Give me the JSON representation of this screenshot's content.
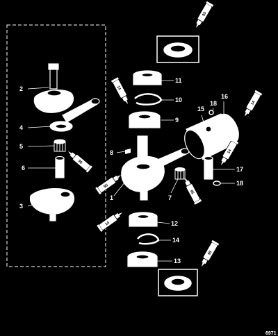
{
  "diagram": {
    "figure_number": "6971",
    "callouts": [
      "1",
      "2",
      "3",
      "4",
      "5",
      "6",
      "7",
      "8",
      "9",
      "10",
      "11",
      "12",
      "13",
      "14",
      "15",
      "16",
      "17",
      "18"
    ],
    "lubricant_codes": {
      "top": "95",
      "ring": "14",
      "piston_right": "14",
      "piston_pin_right": "14",
      "con_rod_bearing": "95",
      "left_pin": "95",
      "crank_main": "95",
      "crank_lower": "14",
      "bottom": "95"
    },
    "colors": {
      "background": "#000000",
      "line": "#ffffff",
      "part_fill": "#ffffff"
    }
  }
}
